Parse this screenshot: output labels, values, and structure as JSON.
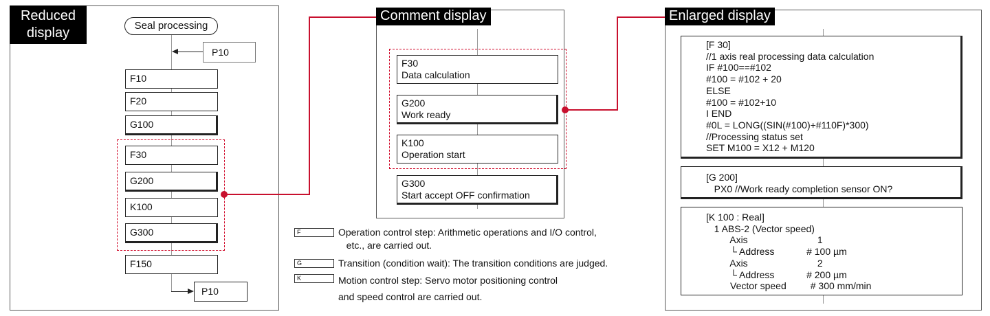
{
  "reduced": {
    "title": "Reduced\ndisplay",
    "start": "Seal processing",
    "jump_in": "P10",
    "steps": [
      "F10",
      "F20",
      "G100",
      "F30",
      "G200",
      "K100",
      "G300",
      "F150"
    ],
    "jump_out": "P10"
  },
  "comment": {
    "title": "Comment display",
    "steps": [
      {
        "code": "F30",
        "label": "Data calculation"
      },
      {
        "code": "G200",
        "label": "Work ready"
      },
      {
        "code": "K100",
        "label": "Operation start"
      },
      {
        "code": "G300",
        "label": "Start accept OFF confirmation"
      }
    ]
  },
  "enlarged": {
    "title": "Enlarged display",
    "block1": "[F 30]\n//1 axis real processing data calculation\nIF #100==#102\n#100 = #102 + 20\nELSE\n#100 = #102+10\nI END\n#0L = LONG((SIN(#100)+#110F)*300)\n//Processing status set\nSET M100 = X12 + M120",
    "block2": "[G 200]\n   PX0 //Work ready completion sensor ON?",
    "block3": "[K 100 : Real]\n   1 ABS-2 (Vector speed)\n         Axis                          1\n         └ Address            # 100 µm\n         Axis                          2\n         └ Address            # 200 µm\n         Vector speed         # 300 mm/min"
  },
  "legend": [
    {
      "key": "F",
      "text": "Operation control step: Arithmetic operations and I/O control,\n   etc., are carried out."
    },
    {
      "key": "G",
      "text": "Transition (condition wait): The transition conditions are judged."
    },
    {
      "key": "K",
      "text": "Motion control step: Servo motor positioning control\nand speed control are carried out."
    }
  ],
  "colors": {
    "accent": "#c8102e",
    "title_bg": "#000000"
  }
}
